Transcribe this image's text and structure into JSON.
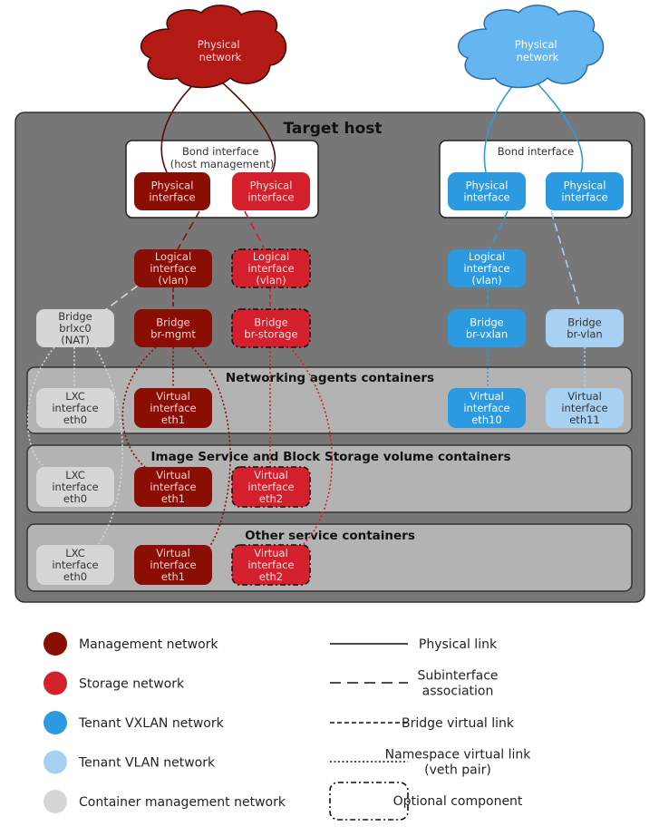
{
  "colors": {
    "management": "#8b0e04",
    "storage": "#d41f2c",
    "vxlan": "#2b9ae0",
    "vlan": "#a8d0f3",
    "container_mgmt": "#d6d6d6",
    "host_bg": "#777777",
    "container_bg": "#b3b3b3"
  },
  "clouds": {
    "left": [
      "Physical",
      "network"
    ],
    "right": [
      "Physical",
      "network"
    ]
  },
  "host": {
    "title": "Target host",
    "bond_left": [
      "Bond interface",
      "(host management)"
    ],
    "bond_right": "Bond interface"
  },
  "nodes": {
    "phys1": [
      "Physical",
      "interface"
    ],
    "phys2": [
      "Physical",
      "interface"
    ],
    "phys3": [
      "Physical",
      "interface"
    ],
    "phys4": [
      "Physical",
      "interface"
    ],
    "log_mgmt": [
      "Logical",
      "interface",
      "(vlan)"
    ],
    "log_storage": [
      "Logical",
      "interface",
      "(vlan)"
    ],
    "log_vxlan": [
      "Logical",
      "interface",
      "(vlan)"
    ],
    "br_lxc": [
      "Bridge",
      "brlxc0",
      "(NAT)"
    ],
    "br_mgmt": [
      "Bridge",
      "br-mgmt"
    ],
    "br_storage": [
      "Bridge",
      "br-storage"
    ],
    "br_vxlan": [
      "Bridge",
      "br-vxlan"
    ],
    "br_vlan": [
      "Bridge",
      "br-vlan"
    ],
    "net_lxc": [
      "LXC",
      "interface",
      "eth0"
    ],
    "net_eth1": [
      "Virtual",
      "interface",
      "eth1"
    ],
    "net_eth10": [
      "Virtual",
      "interface",
      "eth10"
    ],
    "net_eth11": [
      "Virtual",
      "interface",
      "eth11"
    ],
    "img_lxc": [
      "LXC",
      "interface",
      "eth0"
    ],
    "img_eth1": [
      "Virtual",
      "interface",
      "eth1"
    ],
    "img_eth2": [
      "Virtual",
      "interface",
      "eth2"
    ],
    "oth_lxc": [
      "LXC",
      "interface",
      "eth0"
    ],
    "oth_eth1": [
      "Virtual",
      "interface",
      "eth1"
    ],
    "oth_eth2": [
      "Virtual",
      "interface",
      "eth2"
    ]
  },
  "containers": {
    "networking": "Networking agents containers",
    "image": "Image Service and Block Storage volume containers",
    "other": "Other service containers"
  },
  "legend": {
    "networks": [
      {
        "label": "Management network",
        "color": "#8b0e04"
      },
      {
        "label": "Storage network",
        "color": "#d41f2c"
      },
      {
        "label": "Tenant VXLAN network",
        "color": "#2b9ae0"
      },
      {
        "label": "Tenant VLAN network",
        "color": "#a8d0f3"
      },
      {
        "label": "Container management network",
        "color": "#d6d6d6"
      }
    ],
    "links": [
      {
        "label": [
          "Physical link"
        ]
      },
      {
        "label": [
          "Subinterface",
          "association"
        ]
      },
      {
        "label": [
          "Bridge virtual link"
        ]
      },
      {
        "label": [
          "Namespace virtual link",
          "(veth pair)"
        ]
      },
      {
        "label": [
          "Optional component"
        ]
      }
    ]
  }
}
